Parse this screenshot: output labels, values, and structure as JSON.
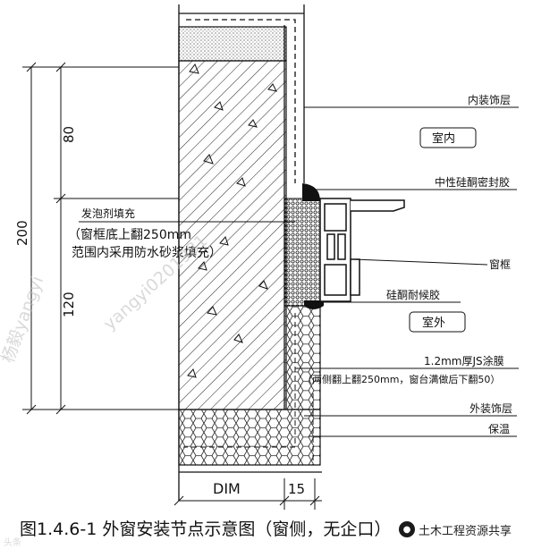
{
  "labels": {
    "interior_finish": "内装饰层",
    "interior": "室内",
    "neutral_silicone": "中性硅酮密封胶",
    "foam_fill": "发泡剂填充",
    "window_frame_note_1": "（窗框底上翻250mm",
    "window_frame_note_2": "范围内采用防水砂浆填充）",
    "window_frame": "窗框",
    "silicone_protect": "硅酮耐候胶",
    "exterior": "室外",
    "js_coating": "1.2mm厚JS涂膜",
    "js_coating_note": "（两侧翻上翻250mm，窗台满做后下翻50）",
    "exterior_finish": "外装饰层",
    "insulation": "保温"
  },
  "dimensions": {
    "total": "200",
    "upper": "80",
    "lower": "120",
    "dim": "DIM",
    "fifteen": "15"
  },
  "caption": "图1.4.6-1 外窗安装节点示意图（窗侧，无企口）",
  "source": "土木工程资源共享",
  "source_icon": "wechat-icon",
  "watermarks": {
    "left_vertical": "杨毅yangyi",
    "diagonal": "yangyi0201981",
    "bottom_left": "头条"
  }
}
